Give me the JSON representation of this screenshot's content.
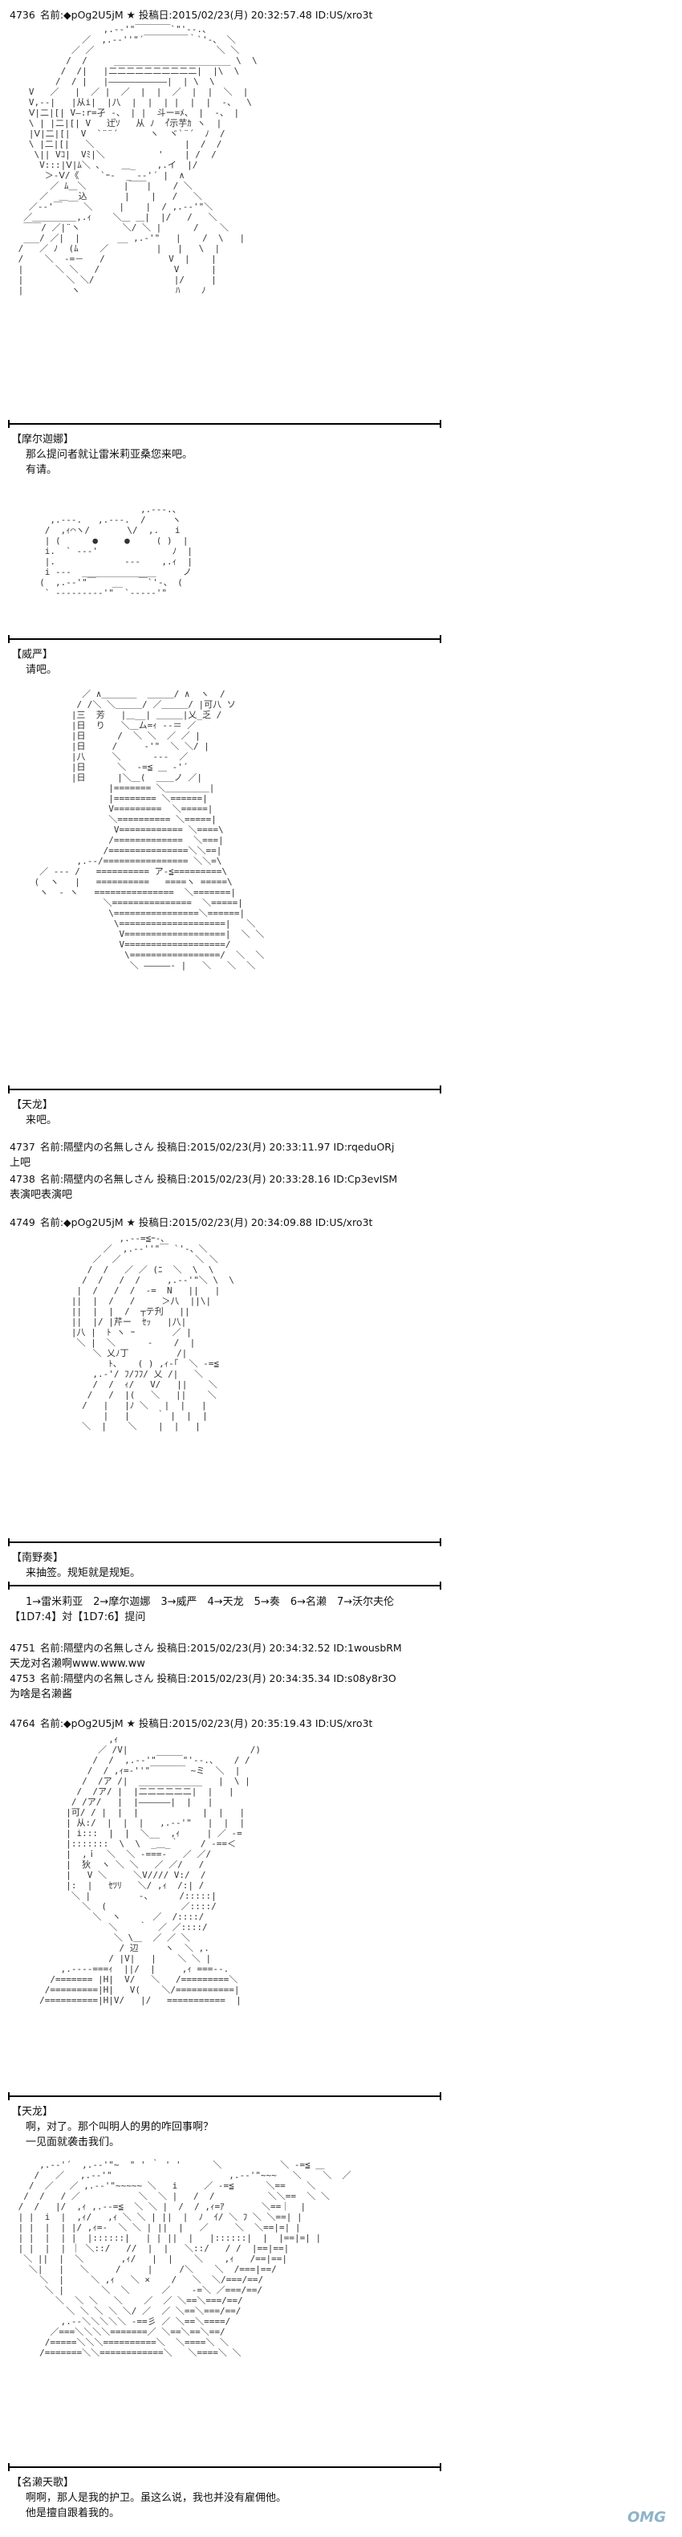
{
  "posts": [
    {
      "num": "4736",
      "label": "名前:",
      "name": "◆pOg2U5jM ★",
      "date": "投稿日:2015/02/23(月) 20:32:57.48",
      "id": "ID:US/xro3t"
    },
    {
      "num": "4737",
      "label": "名前:",
      "name": "隔壁内の名無しさん",
      "date": "投稿日:2015/02/23(月) 20:33:11.97",
      "id": "ID:rqeduORj",
      "text": "上吧"
    },
    {
      "num": "4738",
      "label": "名前:",
      "name": "隔壁内の名無しさん",
      "date": "投稿日:2015/02/23(月) 20:33:28.16",
      "id": "ID:Cp3evISM",
      "text": "表演吧表演吧"
    },
    {
      "num": "4749",
      "label": "名前:",
      "name": "◆pOg2U5jM ★",
      "date": "投稿日:2015/02/23(月) 20:34:09.88",
      "id": "ID:US/xro3t"
    },
    {
      "num": "4751",
      "label": "名前:",
      "name": "隔壁内の名無しさん",
      "date": "投稿日:2015/02/23(月) 20:34:32.52",
      "id": "ID:1wousbRM",
      "text": "天龙对名濑啊www.www.ww"
    },
    {
      "num": "4753",
      "label": "名前:",
      "name": "隔壁内の名無しさん",
      "date": "投稿日:2015/02/23(月) 20:34:35.34",
      "id": "ID:s08y8r3O",
      "text": "为啥是名濑酱"
    },
    {
      "num": "4764",
      "label": "名前:",
      "name": "◆pOg2U5jM ★",
      "date": "投稿日:2015/02/23(月) 20:35:19.43",
      "id": "ID:US/xro3t"
    }
  ],
  "speakers": {
    "s1": "【摩尔迦娜】",
    "s2": "【威严】",
    "s3": "【天龙】",
    "s4": "【南野奏】",
    "s5": "【天龙】",
    "s6": "【名濑天歌】"
  },
  "lines": {
    "l1": "那么提问者就让雷米莉亚桑您来吧。",
    "l2": "有请。",
    "l3": "请吧。",
    "l4": "来吧。",
    "l5": "来抽签。规矩就是规矩。",
    "l6": "啊，对了。那个叫明人的男的咋回事啊？",
    "l7": "一见面就袭击我们。",
    "l8": "啊啊，那人是我的护卫。虽这么说，我也并没有雇佣他。",
    "l9": "他是擅自跟着我的。"
  },
  "choices": "1→雷米莉亚　2→摩尔迦娜　3→威严　4→天龙　5→奏　6→名濑　7→沃尔夫伦",
  "dice": "【1D7:4】対【1D7:6】提问",
  "watermark": "OMG"
}
